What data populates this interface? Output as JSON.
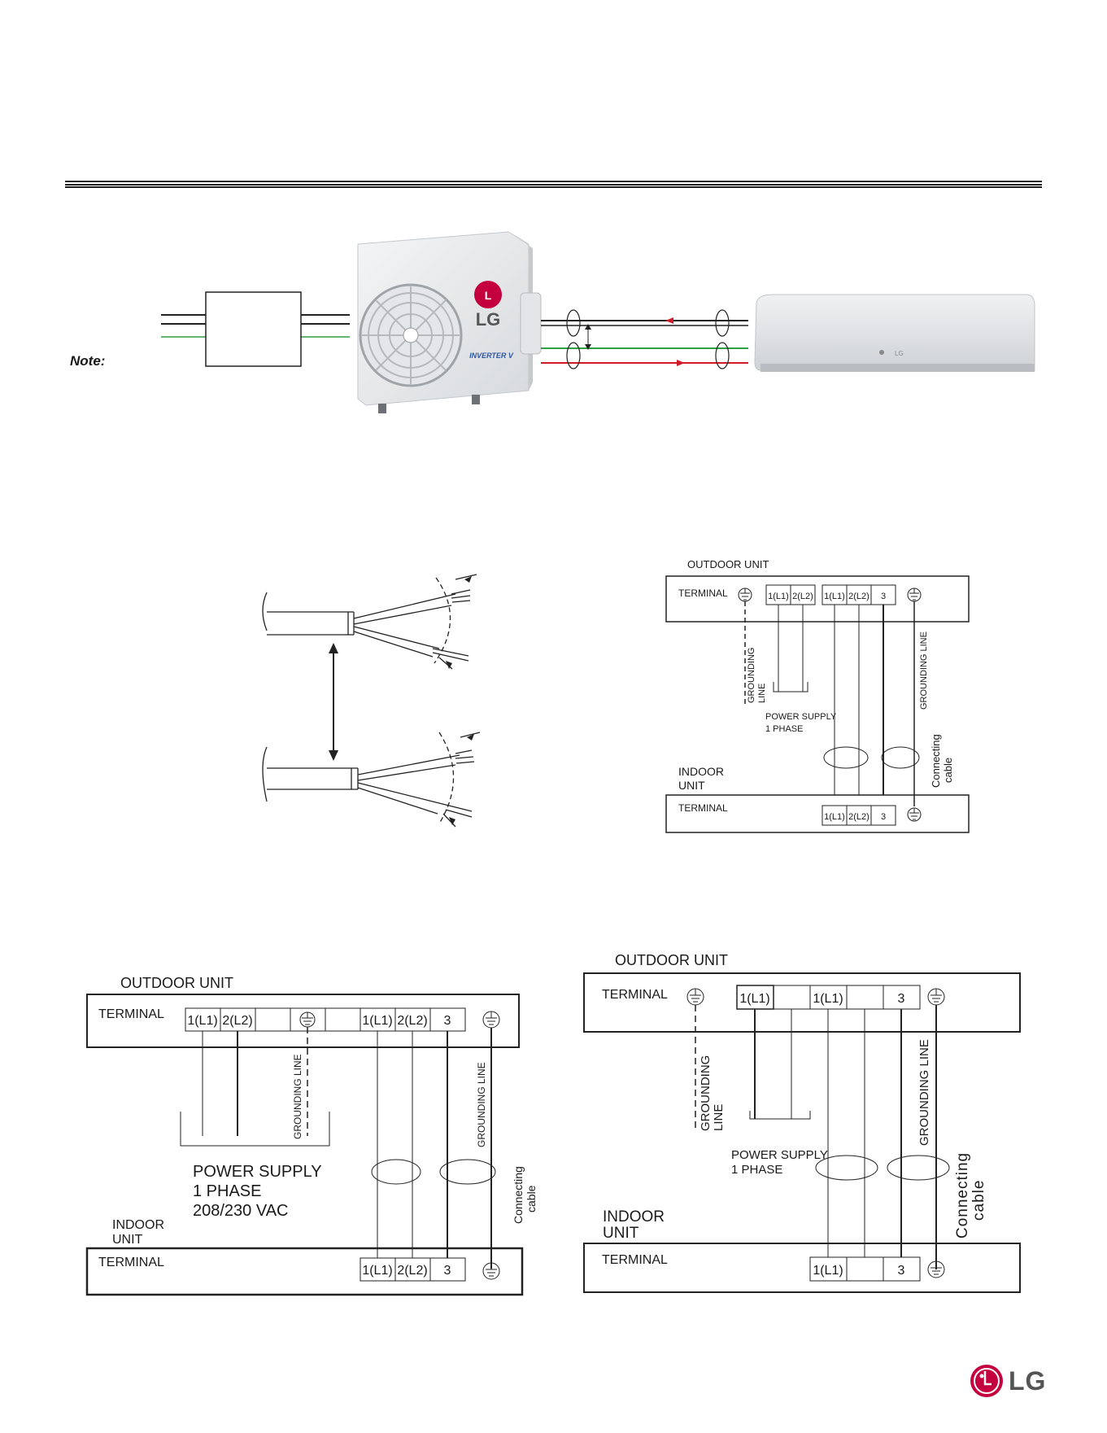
{
  "top": {
    "note_label": "Note:",
    "outdoor_brand": "LG",
    "outdoor_badge": "INVERTER V",
    "indoor_brand": "LG"
  },
  "wiring_small": {
    "outdoor_unit": "OUTDOOR UNIT",
    "terminal": "TERMINAL",
    "power_terminals": [
      "1(L1)",
      "2(L2)"
    ],
    "connect_terminals": [
      "1(L1)",
      "2(L2)",
      "3"
    ],
    "grounding_line_left": [
      "GROUNDING",
      "LINE"
    ],
    "grounding_line_right": "GROUNDING LINE",
    "power_supply": [
      "POWER SUPPLY",
      "1 PHASE"
    ],
    "connecting_cable": [
      "Connecting",
      "cable"
    ],
    "indoor_unit": [
      "INDOOR",
      "UNIT"
    ],
    "indoor_terminal": "TERMINAL",
    "indoor_terminals": [
      "1(L1)",
      "2(L2)",
      "3"
    ]
  },
  "wiring_left": {
    "outdoor_unit": "OUTDOOR UNIT",
    "terminal": "TERMINAL",
    "terminals": [
      "1(L1)",
      "2(L2)",
      "1(L1)",
      "2(L2)",
      "3"
    ],
    "grounding_line_mid": "GROUNDING LINE",
    "grounding_line_right": "GROUNDING LINE",
    "power_supply": [
      "POWER SUPPLY",
      "1 PHASE",
      "208/230 VAC"
    ],
    "connecting_cable": [
      "Connecting",
      "cable"
    ],
    "indoor_unit": [
      "INDOOR",
      "UNIT"
    ],
    "indoor_terminal": "TERMINAL",
    "indoor_terminals": [
      "1(L1)",
      "2(L2)",
      "3"
    ]
  },
  "wiring_right": {
    "outdoor_unit": "OUTDOOR UNIT",
    "terminal": "TERMINAL",
    "terminals": [
      "1(L1)",
      "1(L1)",
      "3"
    ],
    "grounding_line_left": [
      "GROUNDING",
      "LINE"
    ],
    "grounding_line_right": "GROUNDING LINE",
    "power_supply": [
      "POWER SUPPLY",
      "1 PHASE"
    ],
    "connecting_cable": [
      "Connecting",
      "cable"
    ],
    "indoor_unit": [
      "INDOOR",
      "UNIT"
    ],
    "indoor_terminal": "TERMINAL",
    "indoor_terminals": [
      "1(L1)",
      "3"
    ]
  },
  "footer": {
    "logo_text": "LG"
  },
  "colors": {
    "brand_red": "#c5003e",
    "ground_green": "#2ea043",
    "signal_red": "#d01c2a"
  }
}
